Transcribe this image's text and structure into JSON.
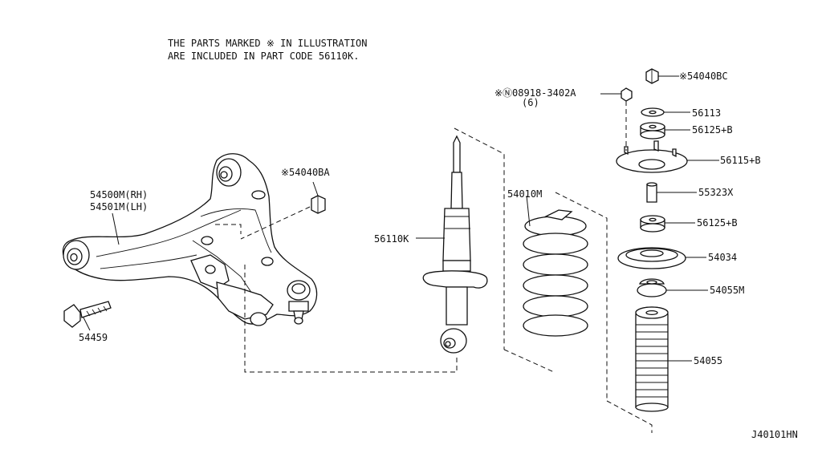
{
  "note": {
    "line1": "THE PARTS MARKED ※ IN ILLUSTRATION",
    "line2": "ARE INCLUDED IN PART CODE 56110K."
  },
  "labels": {
    "p54040bc": "※54040BC",
    "p08918": "※Ⓝ08918-3402A",
    "p08918_qty": "(6)",
    "p56113": "56113",
    "p56125_top": "56125+B",
    "p56115": "56115+B",
    "p55323": "55323X",
    "p56125_bot": "56125+B",
    "p54034": "54034",
    "p54055m": "54055M",
    "p54055": "54055",
    "p54010m": "54010M",
    "p56110k": "56110K",
    "p54040ba": "※54040BA",
    "p54500m": "54500M(RH)",
    "p54501m": "54501M(LH)",
    "p54459": "54459"
  },
  "diagram_code": "J40101HN"
}
